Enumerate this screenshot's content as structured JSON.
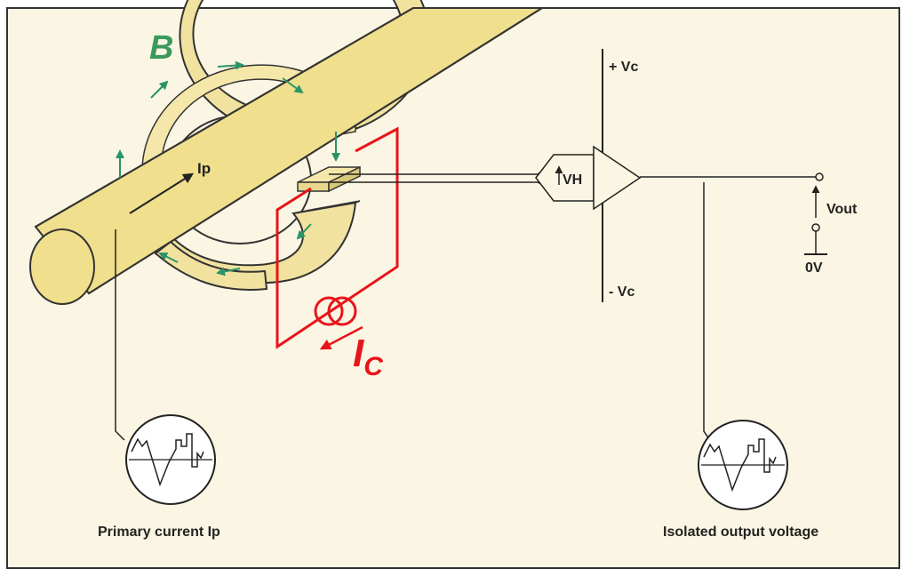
{
  "labels": {
    "magnetic_field": "B",
    "primary_current_arrow": "Ip",
    "positive_supply": "+ Vc",
    "negative_supply": "- Vc",
    "hall_voltage": "VH",
    "output_voltage": "Vout",
    "ground": "0V",
    "control_current_letter": "I",
    "control_current_subscript": "C",
    "primary_caption": "Primary current Ip",
    "output_caption": "Isolated output voltage"
  },
  "colors": {
    "background": "#fbf6e3",
    "frame": "#333333",
    "conductor": "#f0df8c",
    "core": "#f2e2a0",
    "line": "#222222",
    "field_arrow": "#2a9467",
    "field_label": "#3a9a5c",
    "control_circuit": "#e8141c"
  },
  "icons": {
    "scope_primary": "oscilloscope-waveform-icon",
    "scope_output": "oscilloscope-waveform-icon",
    "current_source": "current-source-icon",
    "amplifier": "amplifier-triangle-icon"
  }
}
